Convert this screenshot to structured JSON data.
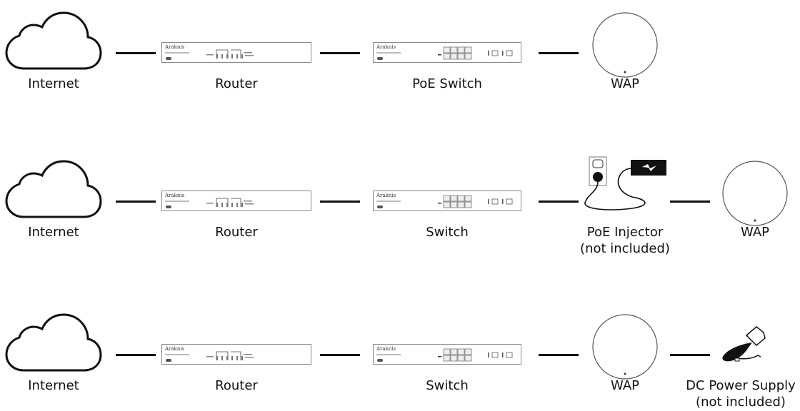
{
  "rows": [
    {
      "nodes": [
        {
          "type": "cloud",
          "label": "Internet"
        },
        {
          "type": "router",
          "label": "Router",
          "brand": "Araknis"
        },
        {
          "type": "switch",
          "label": "PoE Switch",
          "brand": "Araknis"
        },
        {
          "type": "wap",
          "label": "WAP"
        }
      ]
    },
    {
      "nodes": [
        {
          "type": "cloud",
          "label": "Internet"
        },
        {
          "type": "router",
          "label": "Router",
          "brand": "Araknis"
        },
        {
          "type": "switch",
          "label": "Switch",
          "brand": "Araknis"
        },
        {
          "type": "injector",
          "label": "PoE Injector",
          "sublabel": "(not included)"
        },
        {
          "type": "wap",
          "label": "WAP"
        }
      ]
    },
    {
      "nodes": [
        {
          "type": "cloud",
          "label": "Internet"
        },
        {
          "type": "router",
          "label": "Router",
          "brand": "Araknis"
        },
        {
          "type": "switch",
          "label": "Switch",
          "brand": "Araknis"
        },
        {
          "type": "wap",
          "label": "WAP"
        },
        {
          "type": "dcpower",
          "label": "DC Power Supply",
          "sublabel": "(not included)"
        }
      ]
    }
  ],
  "colors": {
    "stroke": "#111111",
    "device_border": "#888888",
    "background": "#ffffff"
  }
}
